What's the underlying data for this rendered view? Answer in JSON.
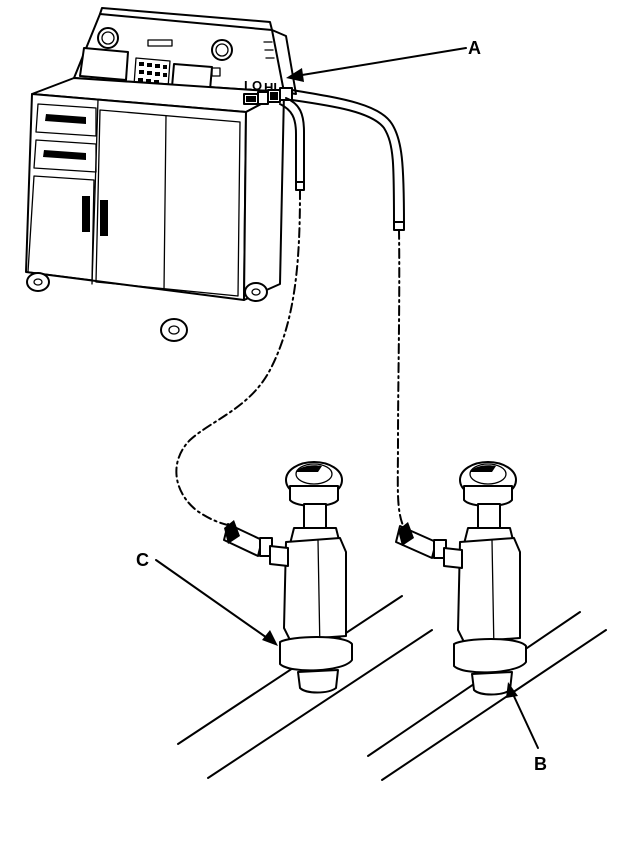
{
  "diagram": {
    "callouts": [
      {
        "id": "A",
        "label": "A"
      },
      {
        "id": "B",
        "label": "B"
      },
      {
        "id": "C",
        "label": "C"
      }
    ],
    "gauge_labels": {
      "lo": "LO",
      "hi": "HI"
    },
    "colors": {
      "ink": "#000000",
      "paper": "#ffffff"
    }
  }
}
